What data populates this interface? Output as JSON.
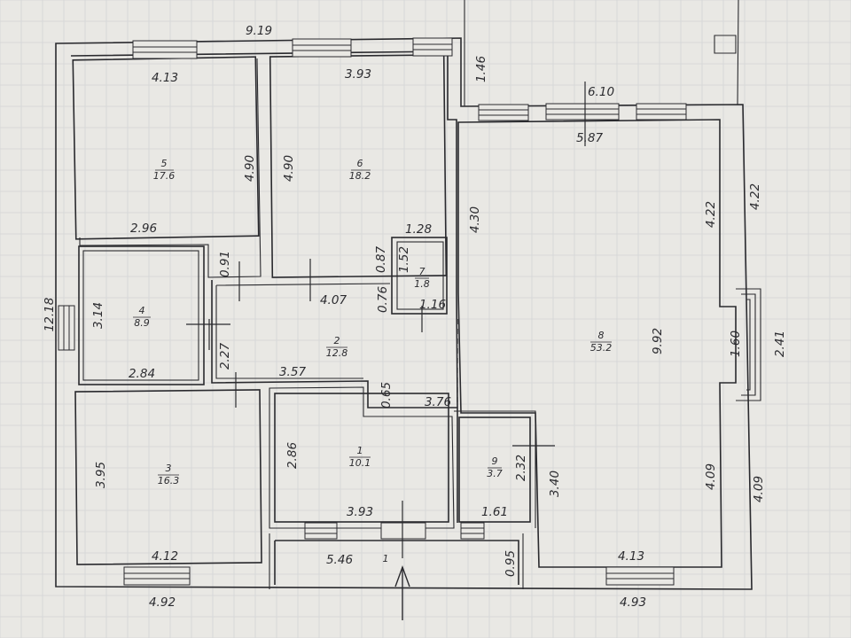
{
  "rooms": [
    {
      "id": "1",
      "area": "10.1"
    },
    {
      "id": "2",
      "area": "12.8"
    },
    {
      "id": "3",
      "area": "16.3"
    },
    {
      "id": "4",
      "area": "8.9"
    },
    {
      "id": "5",
      "area": "17.6"
    },
    {
      "id": "6",
      "area": "18.2"
    },
    {
      "id": "7",
      "area": "1.8"
    },
    {
      "id": "8",
      "area": "53.2"
    },
    {
      "id": "9",
      "area": "3.7"
    }
  ],
  "dimensions": {
    "top_total": "9.19",
    "top_right_total": "6.10",
    "porch_top": "1.46",
    "left_total": "12.18",
    "right_upper": "4.22",
    "right_bay": "2.41",
    "right_lower": "4.09",
    "bottom_left": "4.92",
    "bottom_right": "4.93",
    "r5_top": "4.13",
    "r5_right": "4.90",
    "r5_bottom": "2.96",
    "r5_gap": "0.91",
    "r6_top": "3.93",
    "r6_left": "4.90",
    "r6_bottom": "4.07",
    "r7_top": "1.28",
    "r7_left": "1.52",
    "r7_bottom": "1.16",
    "door_gap_a": "0.87",
    "door_gap_b": "0.76",
    "r8_top": "5.87",
    "r8_left": "4.30",
    "r8_right": "4.22",
    "r8_height": "9.92",
    "r8_bay": "1.60",
    "r8_lower_right": "4.09",
    "r8_lower_left": "3.40",
    "r8_bottom": "4.13",
    "r4_left": "3.14",
    "r4_bottom": "2.84",
    "hall_gap": "2.27",
    "hall_bottom": "3.57",
    "hall_step": "0.65",
    "hall_right": "3.76",
    "r3_left": "3.95",
    "r3_bottom": "4.12",
    "r1_left": "2.86",
    "r1_bottom": "3.93",
    "r9_right": "2.32",
    "r9_bottom": "1.61",
    "porch_width": "5.46",
    "porch_depth": "0.95",
    "porch_label": "1"
  }
}
